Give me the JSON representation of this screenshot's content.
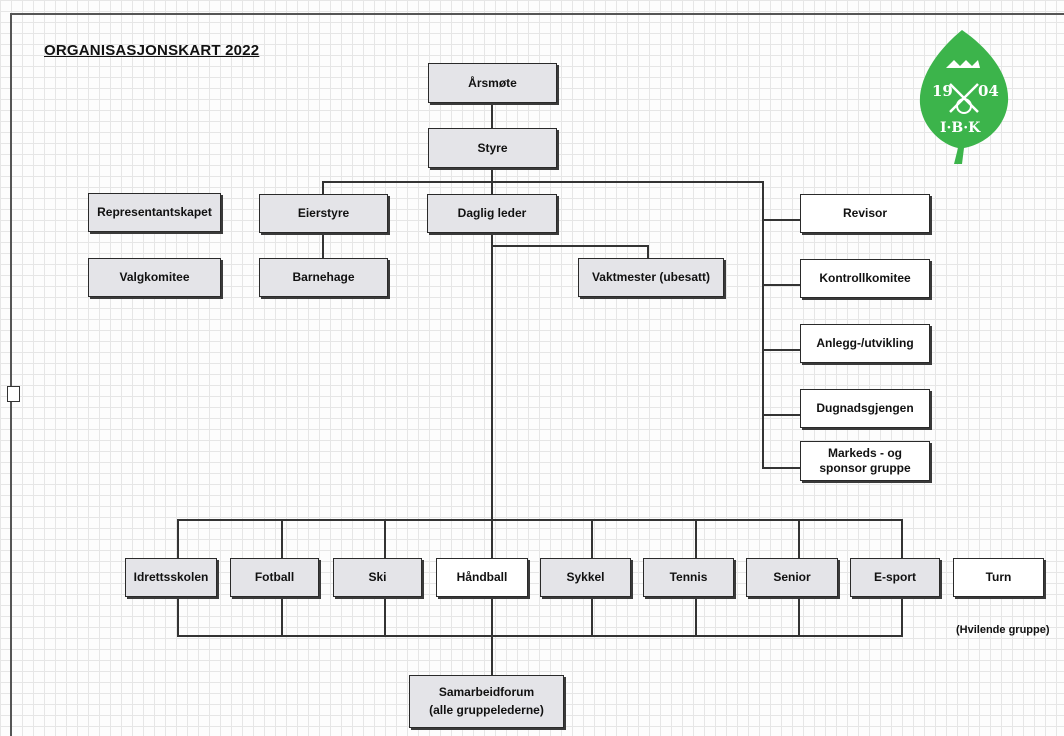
{
  "title": "ORGANISASJONSKART 2022",
  "logo": {
    "year_left": "19",
    "year_right": "04",
    "initials": "I·B·K",
    "color": "#3cb44b"
  },
  "top": {
    "arsmote": "Årsmøte",
    "styre": "Styre"
  },
  "left": {
    "representantskapet": "Representantskapet",
    "valgkomitee": "Valgkomitee",
    "eierstyre": "Eierstyre",
    "barnehage": "Barnehage"
  },
  "center": {
    "daglig_leder": "Daglig leder",
    "vaktmester": "Vaktmester (ubesatt)"
  },
  "right": {
    "revisor": "Revisor",
    "kontrollkomitee": "Kontrollkomitee",
    "anlegg": "Anlegg-/utvikling",
    "dugnadsgjengen": "Dugnadsgjengen",
    "markeds_line1": "Markeds - og",
    "markeds_line2": "sponsor gruppe"
  },
  "groups": [
    "Idrettsskolen",
    "Fotball",
    "Ski",
    "Håndball",
    "Sykkel",
    "Tennis",
    "Senior",
    "E-sport",
    "Turn"
  ],
  "turn_note": "(Hvilende gruppe)",
  "forum": {
    "line1": "Samarbeidforum",
    "line2": "(alle gruppelederne)"
  }
}
